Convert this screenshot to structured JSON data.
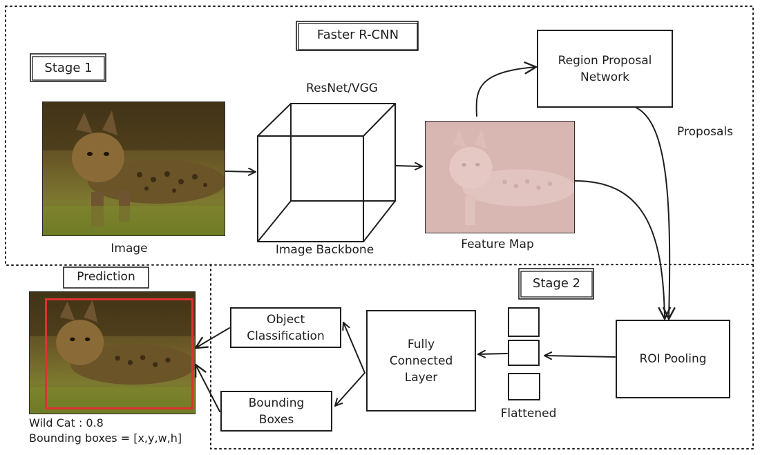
{
  "diagram": {
    "title": "Faster R-CNN",
    "stage1": "Stage 1",
    "stage2": "Stage 2",
    "prediction": "Prediction",
    "image_label": "Image",
    "backbone_top_label": "ResNet/VGG",
    "backbone_label": "Image Backbone",
    "feature_map_label": "Feature Map",
    "rpn_label_line1": "Region Proposal",
    "rpn_label_line2": "Network",
    "proposals_label": "Proposals",
    "roi_label": "ROI Pooling",
    "flattened_label": "Flattened",
    "fc_line1": "Fully",
    "fc_line2": "Connected",
    "fc_line3": "Layer",
    "obj_line1": "Object",
    "obj_line2": "Classification",
    "bbox_line1": "Bounding",
    "bbox_line2": "Boxes",
    "result_line1": "Wild Cat : 0.8",
    "result_line2": "Bounding boxes = [x,y,w,h]"
  },
  "colors": {
    "stroke": "#1e1e1e",
    "prediction_box": "#e03131",
    "feature_map_tint": "#f3d3d8"
  },
  "icons": [
    "serval-cat-photo",
    "3d-cube"
  ]
}
